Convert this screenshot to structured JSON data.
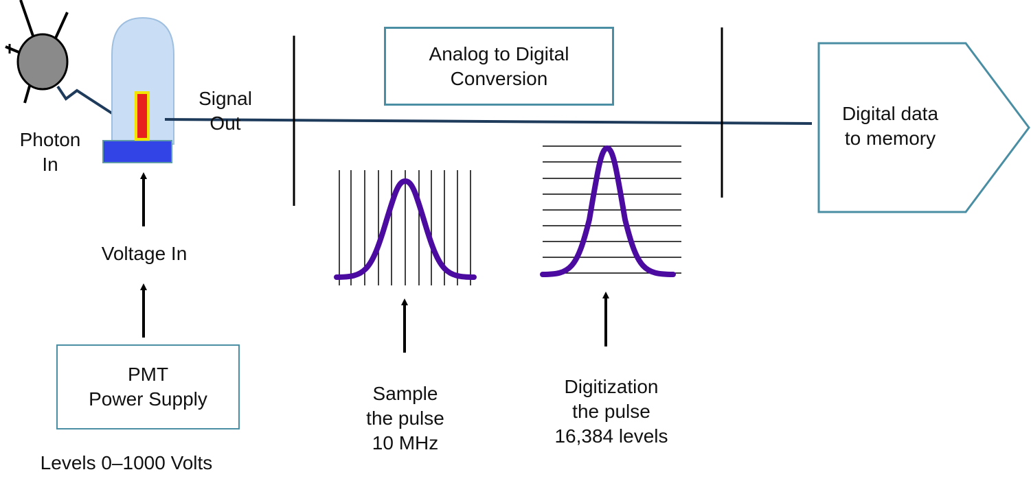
{
  "labels": {
    "photon_in": [
      "Photon",
      "In"
    ],
    "signal_out": [
      "Signal",
      "Out"
    ],
    "voltage_in": "Voltage In",
    "adc_box": [
      "Analog to Digital",
      "Conversion"
    ],
    "pmt_box": [
      "PMT",
      "Power Supply"
    ],
    "levels": "Levels 0–1000 Volts",
    "sample": [
      "Sample",
      "the pulse",
      "10 MHz"
    ],
    "digitization": [
      "Digitization",
      "the pulse",
      "16,384 levels"
    ],
    "digital_data": [
      "Digital data",
      "to memory"
    ]
  },
  "colors": {
    "signal_line": "#1f3b5c",
    "pulse": "#4b0aa0",
    "box_border": "#4a8ea3",
    "pmt_glass": "#c9def5",
    "pmt_base": "#3344e6",
    "pmt_electrode": "#e8201e",
    "electrode_outline": "#f2e600",
    "photon_body": "#8a8a8a"
  }
}
